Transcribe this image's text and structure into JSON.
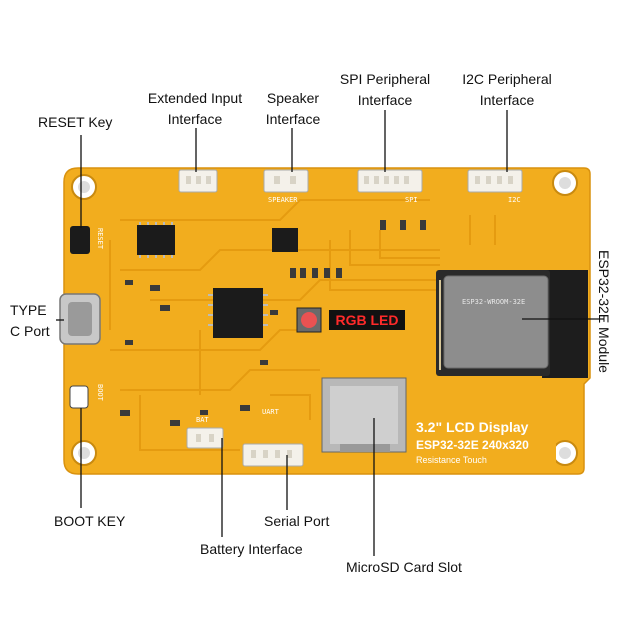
{
  "callouts": {
    "reset_key": "RESET Key",
    "extended_input": [
      "Extended Input",
      "Interface"
    ],
    "speaker": [
      "Speaker",
      "Interface"
    ],
    "spi": [
      "SPI Peripheral",
      "Interface"
    ],
    "i2c": [
      "I2C Peripheral",
      "Interface"
    ],
    "type_c": [
      "TYPE",
      "C Port"
    ],
    "esp32_module": "ESP32-32E Module",
    "boot_key": "BOOT KEY",
    "battery": "Battery Interface",
    "serial_port": "Serial Port",
    "microsd": "MicroSD Card Slot"
  },
  "board": {
    "rgb_led_label": "RGB LED",
    "lcd_title": "3.2\" LCD Display",
    "lcd_subtitle": "ESP32-32E  240x320",
    "lcd_touch": "Resistance Touch",
    "silk_reset": "RESET",
    "silk_boot": "BOOT",
    "silk_bat": "BAT",
    "silk_uart": "UART",
    "silk_speaker": "SPEAKER",
    "silk_spi": "SPI",
    "silk_i2c": "I2C",
    "silk_module": "ESP32-WROOM-32E"
  },
  "colors": {
    "pcb": "#f2ad1e",
    "trace": "#e9a015",
    "connector": "#f4f1ea",
    "chip": "#1b1b1b",
    "module_shield": "#8d8d8d",
    "line": "#111111"
  }
}
